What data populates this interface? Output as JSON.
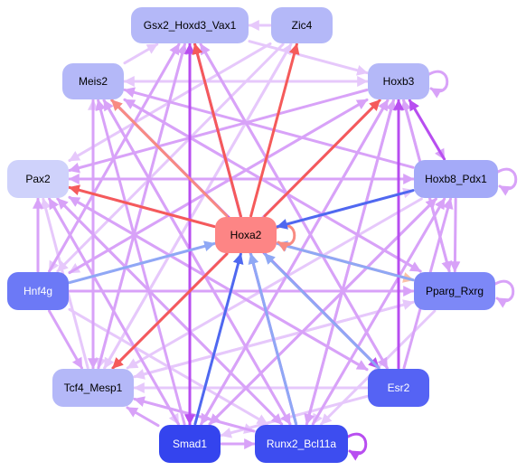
{
  "graph": {
    "nodes": [
      {
        "id": "gsx2",
        "label": "Gsx2_Hoxd3_Vax1",
        "fill": "#b4b8f8",
        "text": "#000000"
      },
      {
        "id": "zic4",
        "label": "Zic4",
        "fill": "#b4b8f8",
        "text": "#000000"
      },
      {
        "id": "meis2",
        "label": "Meis2",
        "fill": "#b4b8f8",
        "text": "#000000"
      },
      {
        "id": "hoxb3",
        "label": "Hoxb3",
        "fill": "#b4b8f8",
        "text": "#000000"
      },
      {
        "id": "pax2",
        "label": "Pax2",
        "fill": "#cfd2fb",
        "text": "#000000"
      },
      {
        "id": "hoxb8",
        "label": "Hoxb8_Pdx1",
        "fill": "#a4aaf8",
        "text": "#000000"
      },
      {
        "id": "hoxa2",
        "label": "Hoxa2",
        "fill": "#fd8585",
        "text": "#000000"
      },
      {
        "id": "hnf4g",
        "label": "Hnf4g",
        "fill": "#6c79f6",
        "text": "#ffffff"
      },
      {
        "id": "pparg",
        "label": "Pparg_Rxrg",
        "fill": "#7d88f7",
        "text": "#000000"
      },
      {
        "id": "tcf4",
        "label": "Tcf4_Mesp1",
        "fill": "#b4b8f8",
        "text": "#000000"
      },
      {
        "id": "esr2",
        "label": "Esr2",
        "fill": "#5563f4",
        "text": "#ffffff"
      },
      {
        "id": "smad1",
        "label": "Smad1",
        "fill": "#3444ee",
        "text": "#ffffff"
      },
      {
        "id": "runx2",
        "label": "Runx2_Bcl11a",
        "fill": "#3d4df0",
        "text": "#ffffff"
      }
    ],
    "edge_colors": {
      "light_violet": "#e6c8fb",
      "violet": "#d8a2f8",
      "purple": "#b84ef0",
      "red": "#f55a5a",
      "salmon": "#f88b82",
      "blue": "#4f68f0",
      "light_blue": "#8fa8f5",
      "peach": "#fbc2a8"
    },
    "edges": [
      {
        "from": "hoxa2",
        "to": "gsx2",
        "color": "red"
      },
      {
        "from": "hoxa2",
        "to": "zic4",
        "color": "red"
      },
      {
        "from": "hoxa2",
        "to": "meis2",
        "color": "salmon"
      },
      {
        "from": "hoxa2",
        "to": "hoxb3",
        "color": "red"
      },
      {
        "from": "hoxa2",
        "to": "pax2",
        "color": "red"
      },
      {
        "from": "hoxa2",
        "to": "tcf4",
        "color": "red"
      },
      {
        "from": "hoxa2",
        "to": "hoxa2",
        "color": "salmon"
      },
      {
        "from": "hoxb8",
        "to": "hoxa2",
        "color": "blue"
      },
      {
        "from": "hnf4g",
        "to": "hoxa2",
        "color": "light_blue"
      },
      {
        "from": "smad1",
        "to": "hoxa2",
        "color": "blue"
      },
      {
        "from": "runx2",
        "to": "hoxa2",
        "color": "light_blue"
      },
      {
        "from": "esr2",
        "to": "hoxa2",
        "color": "light_blue"
      },
      {
        "from": "pparg",
        "to": "hoxa2",
        "color": "light_blue"
      },
      {
        "from": "hoxa2",
        "to": "pparg",
        "color": "peach"
      },
      {
        "from": "hoxa2",
        "to": "esr2",
        "color": "peach"
      },
      {
        "from": "smad1",
        "to": "gsx2",
        "color": "purple"
      },
      {
        "from": "smad1",
        "to": "hoxb3",
        "color": "violet"
      },
      {
        "from": "smad1",
        "to": "tcf4",
        "color": "violet"
      },
      {
        "from": "smad1",
        "to": "runx2",
        "color": "violet"
      },
      {
        "from": "smad1",
        "to": "hoxb8",
        "color": "violet"
      },
      {
        "from": "smad1",
        "to": "meis2",
        "color": "violet"
      },
      {
        "from": "smad1",
        "to": "pax2",
        "color": "violet"
      },
      {
        "from": "runx2",
        "to": "gsx2",
        "color": "purple"
      },
      {
        "from": "runx2",
        "to": "hoxb3",
        "color": "violet"
      },
      {
        "from": "runx2",
        "to": "hoxb8",
        "color": "violet"
      },
      {
        "from": "runx2",
        "to": "meis2",
        "color": "violet"
      },
      {
        "from": "runx2",
        "to": "tcf4",
        "color": "violet"
      },
      {
        "from": "runx2",
        "to": "pax2",
        "color": "violet"
      },
      {
        "from": "runx2",
        "to": "runx2",
        "color": "purple"
      },
      {
        "from": "esr2",
        "to": "hoxb3",
        "color": "purple"
      },
      {
        "from": "esr2",
        "to": "hoxb8",
        "color": "violet"
      },
      {
        "from": "esr2",
        "to": "meis2",
        "color": "violet"
      },
      {
        "from": "esr2",
        "to": "pax2",
        "color": "violet"
      },
      {
        "from": "esr2",
        "to": "tcf4",
        "color": "light_violet"
      },
      {
        "from": "esr2",
        "to": "gsx2",
        "color": "violet"
      },
      {
        "from": "esr2",
        "to": "smad1",
        "color": "light_violet"
      },
      {
        "from": "pparg",
        "to": "hoxb3",
        "color": "violet"
      },
      {
        "from": "pparg",
        "to": "meis2",
        "color": "violet"
      },
      {
        "from": "pparg",
        "to": "tcf4",
        "color": "light_violet"
      },
      {
        "from": "pparg",
        "to": "pax2",
        "color": "violet"
      },
      {
        "from": "pparg",
        "to": "runx2",
        "color": "light_violet"
      },
      {
        "from": "pparg",
        "to": "pparg",
        "color": "violet"
      },
      {
        "from": "hoxb8",
        "to": "hoxb3",
        "color": "purple"
      },
      {
        "from": "hoxb8",
        "to": "pax2",
        "color": "violet"
      },
      {
        "from": "hoxb8",
        "to": "meis2",
        "color": "violet"
      },
      {
        "from": "hoxb8",
        "to": "pparg",
        "color": "violet"
      },
      {
        "from": "hoxb8",
        "to": "tcf4",
        "color": "light_violet"
      },
      {
        "from": "hoxb8",
        "to": "smad1",
        "color": "violet"
      },
      {
        "from": "hoxb8",
        "to": "runx2",
        "color": "light_violet"
      },
      {
        "from": "hoxb8",
        "to": "hoxb8",
        "color": "violet"
      },
      {
        "from": "hnf4g",
        "to": "hoxb3",
        "color": "violet"
      },
      {
        "from": "hnf4g",
        "to": "hoxb8",
        "color": "light_violet"
      },
      {
        "from": "hnf4g",
        "to": "gsx2",
        "color": "violet"
      },
      {
        "from": "hnf4g",
        "to": "pparg",
        "color": "violet"
      },
      {
        "from": "hnf4g",
        "to": "pax2",
        "color": "violet"
      },
      {
        "from": "hnf4g",
        "to": "tcf4",
        "color": "violet"
      },
      {
        "from": "hnf4g",
        "to": "runx2",
        "color": "light_violet"
      },
      {
        "from": "tcf4",
        "to": "hoxb3",
        "color": "light_violet"
      },
      {
        "from": "tcf4",
        "to": "meis2",
        "color": "light_violet"
      },
      {
        "from": "tcf4",
        "to": "pax2",
        "color": "light_violet"
      },
      {
        "from": "tcf4",
        "to": "runx2",
        "color": "light_violet"
      },
      {
        "from": "tcf4",
        "to": "pparg",
        "color": "light_violet"
      },
      {
        "from": "tcf4",
        "to": "zic4",
        "color": "light_violet"
      },
      {
        "from": "tcf4",
        "to": "gsx2",
        "color": "violet"
      },
      {
        "from": "pax2",
        "to": "hoxb8",
        "color": "violet"
      },
      {
        "from": "pax2",
        "to": "esr2",
        "color": "violet"
      },
      {
        "from": "pax2",
        "to": "runx2",
        "color": "violet"
      },
      {
        "from": "pax2",
        "to": "smad1",
        "color": "light_violet"
      },
      {
        "from": "meis2",
        "to": "esr2",
        "color": "purple"
      },
      {
        "from": "meis2",
        "to": "tcf4",
        "color": "violet"
      },
      {
        "from": "meis2",
        "to": "hoxb3",
        "color": "light_violet"
      },
      {
        "from": "meis2",
        "to": "gsx2",
        "color": "light_violet"
      },
      {
        "from": "meis2",
        "to": "runx2",
        "color": "violet"
      },
      {
        "from": "meis2",
        "to": "pparg",
        "color": "violet"
      },
      {
        "from": "gsx2",
        "to": "esr2",
        "color": "violet"
      },
      {
        "from": "gsx2",
        "to": "smad1",
        "color": "purple"
      },
      {
        "from": "gsx2",
        "to": "hoxb3",
        "color": "light_violet"
      },
      {
        "from": "gsx2",
        "to": "tcf4",
        "color": "light_violet"
      },
      {
        "from": "gsx2",
        "to": "hnf4g",
        "color": "light_violet"
      },
      {
        "from": "zic4",
        "to": "gsx2",
        "color": "light_violet"
      },
      {
        "from": "zic4",
        "to": "pax2",
        "color": "light_violet"
      },
      {
        "from": "zic4",
        "to": "tcf4",
        "color": "light_violet"
      },
      {
        "from": "zic4",
        "to": "hnf4g",
        "color": "light_violet"
      },
      {
        "from": "hoxb3",
        "to": "pax2",
        "color": "violet"
      },
      {
        "from": "hoxb3",
        "to": "tcf4",
        "color": "violet"
      },
      {
        "from": "hoxb3",
        "to": "smad1",
        "color": "violet"
      },
      {
        "from": "hoxb3",
        "to": "runx2",
        "color": "violet"
      },
      {
        "from": "hoxb3",
        "to": "hnf4g",
        "color": "light_violet"
      },
      {
        "from": "hoxb3",
        "to": "meis2",
        "color": "light_violet"
      },
      {
        "from": "hoxb3",
        "to": "hoxb8",
        "color": "violet"
      },
      {
        "from": "hoxb3",
        "to": "pparg",
        "color": "violet"
      },
      {
        "from": "hoxb3",
        "to": "hoxb3",
        "color": "violet"
      }
    ]
  }
}
